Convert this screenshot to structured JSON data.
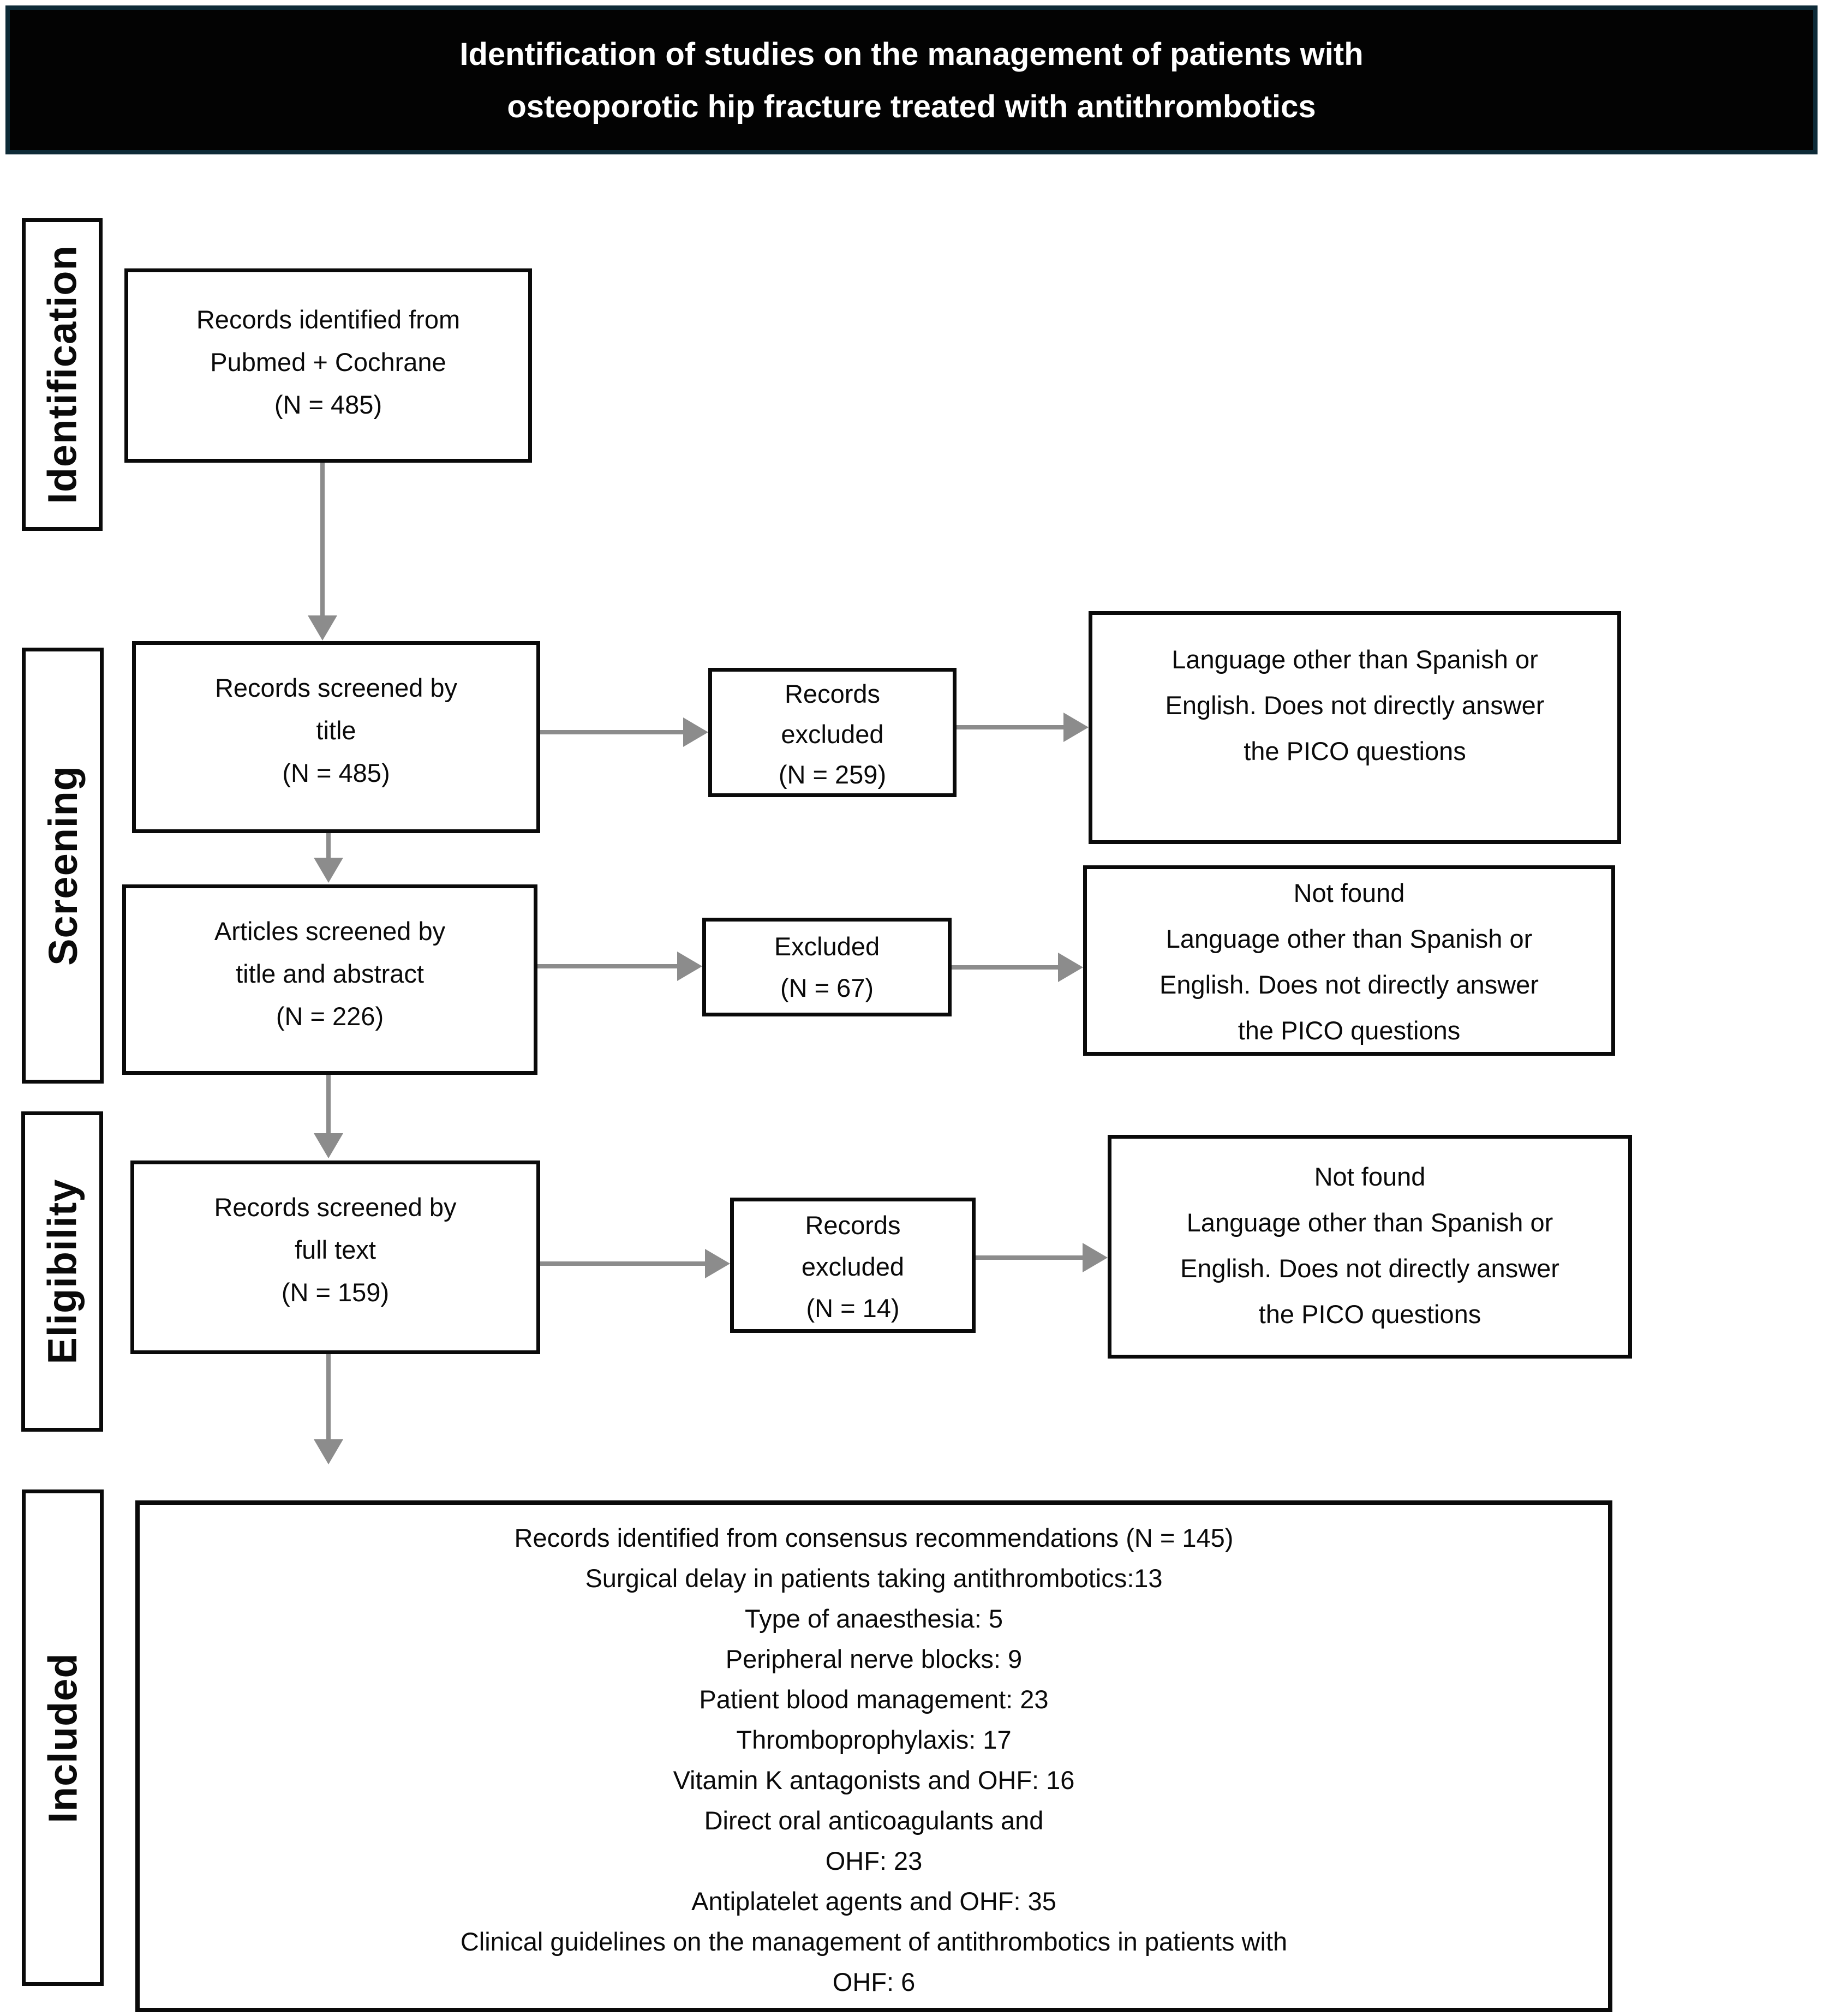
{
  "title": {
    "line1": "Identification of studies on the management of patients with",
    "line2": "osteoporotic hip fracture treated with antithrombotics"
  },
  "stages": {
    "identification": "Identification",
    "screening": "Screening",
    "eligibility": "Eligibility",
    "included": "Included"
  },
  "flow": {
    "records_identified": {
      "lines": [
        "Records identified from",
        "Pubmed + Cochrane",
        "(N = 485)"
      ]
    },
    "screened_by_title": {
      "lines": [
        "Records screened by",
        "title",
        "(N = 485)"
      ]
    },
    "excluded_by_title": {
      "lines": [
        "Records",
        "excluded",
        "(N = 259)"
      ]
    },
    "reason_title": {
      "lines": [
        "Language other than Spanish or",
        "English. Does not directly answer",
        "the PICO questions"
      ]
    },
    "screened_by_abstract": {
      "lines": [
        "Articles screened by",
        "title and abstract",
        "(N = 226)"
      ]
    },
    "excluded_by_abstract": {
      "lines": [
        "Excluded",
        "(N = 67)"
      ]
    },
    "reason_abstract": {
      "lines": [
        "Not found",
        "Language other than Spanish or",
        "English. Does not directly answer",
        "the PICO questions"
      ]
    },
    "screened_by_fulltext": {
      "lines": [
        "Records screened by",
        "full text",
        "(N = 159)"
      ]
    },
    "excluded_by_fulltext": {
      "lines": [
        "Records",
        "excluded",
        "(N = 14)"
      ]
    },
    "reason_fulltext": {
      "lines": [
        "Not found",
        "Language other than Spanish or",
        "English. Does not directly answer",
        "the PICO questions"
      ]
    },
    "included_records": {
      "lines": [
        "Records identified from consensus recommendations (N = 145)",
        "Surgical delay in patients taking antithrombotics:13",
        "Type of anaesthesia: 5",
        "Peripheral nerve blocks: 9",
        "Patient blood management: 23",
        "Thromboprophylaxis: 17",
        "Vitamin K antagonists and OHF: 16",
        "Direct oral anticoagulants and",
        "OHF: 23",
        "Antiplatelet agents and OHF: 35",
        "Clinical guidelines on the management of antithrombotics in patients with",
        "OHF: 6"
      ]
    }
  },
  "colors": {
    "title_background": "#030303",
    "title_border": "#0d2a37",
    "title_text": "#ffffff",
    "box_border": "#0a0a0a",
    "box_background": "#ffffff",
    "arrow": "#8c8c8c"
  }
}
